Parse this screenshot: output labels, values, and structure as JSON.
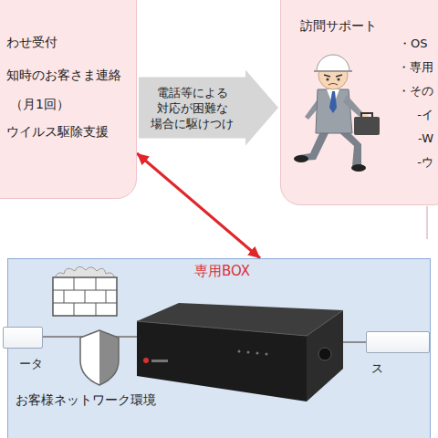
{
  "diagram": {
    "nodes": [
      {
        "text": [
          "わせ受付",
          "知時のお客さま連絡",
          "（月1回）",
          "ウイルス駆除支援"
        ]
      },
      {
        "text": [
          "訪問サポート",
          "・OS",
          "・専用",
          "・その",
          "-イ",
          "-W",
          "-ウ"
        ]
      },
      {
        "text": [
          "専用BOX",
          "お客様ネットワーク環境"
        ]
      },
      {
        "text": [
          "ータ"
        ],
        "in": 2
      },
      {
        "text": [
          "ス"
        ],
        "in": 2
      }
    ],
    "edges": [
      {
        "from": 0,
        "to": 1,
        "arrow": "to",
        "label": "電話等による 対応が困難な 場合に駆けつけ"
      },
      {
        "from": 0,
        "to": 2,
        "arrow": "both"
      }
    ]
  }
}
